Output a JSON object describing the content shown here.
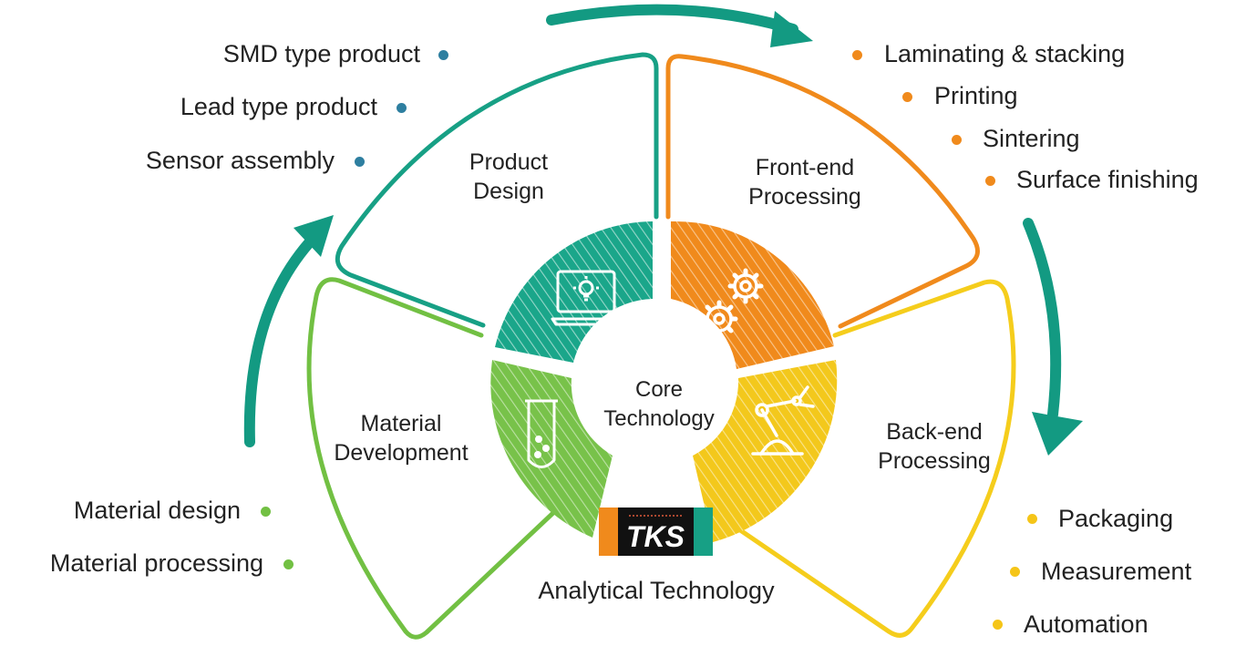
{
  "colors": {
    "teal": "#17a085",
    "teal_dark": "#128f78",
    "orange": "#f08a1c",
    "yellow": "#f5cd1c",
    "green": "#72c043",
    "blue_dot": "#2e7fa0",
    "text": "#222222"
  },
  "segments": {
    "product_design": {
      "line1": "Product",
      "line2": "Design",
      "icon": "laptop-lightbulb-icon"
    },
    "front_end": {
      "line1": "Front-end",
      "line2": "Processing",
      "icon": "gears-icon"
    },
    "back_end": {
      "line1": "Back-end",
      "line2": "Processing",
      "icon": "robot-arm-icon"
    },
    "material_dev": {
      "line1": "Material",
      "line2": "Development",
      "icon": "test-tube-icon"
    }
  },
  "core": {
    "line1": "Core",
    "line2": "Technology"
  },
  "analytical": "Analytical Technology",
  "logo": {
    "text": "TKS"
  },
  "lists": {
    "product_design": [
      "SMD type product",
      "Lead type product",
      "Sensor assembly"
    ],
    "front_end": [
      "Laminating & stacking",
      "Printing",
      "Sintering",
      "Surface finishing"
    ],
    "back_end": [
      "Packaging",
      "Measurement",
      "Automation"
    ],
    "material_dev": [
      "Material design",
      "Material processing"
    ]
  }
}
